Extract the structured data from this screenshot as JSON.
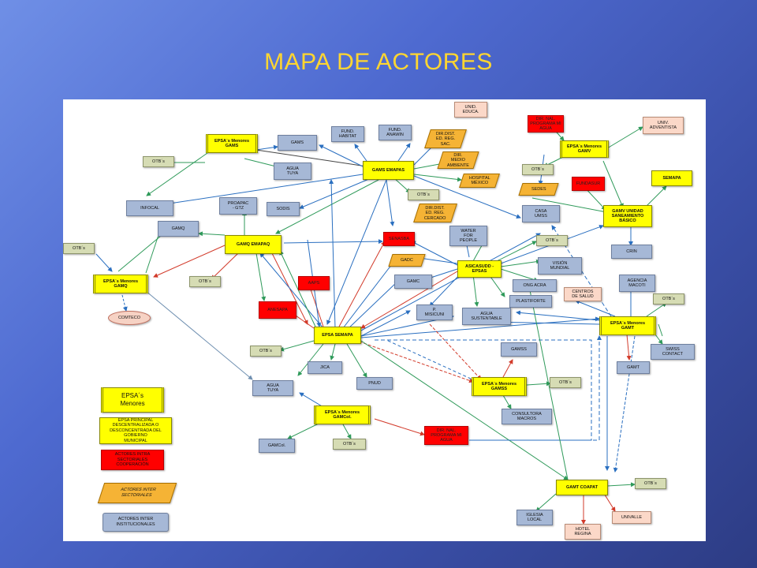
{
  "title": "MAPA DE ACTORES",
  "nodes": {
    "unid_educa": "UNID.\nEDUCA.",
    "dir_prog_agua": "DIR. NAL.\nPROGRAMA MI\nAGUA",
    "univ_adventista": "UNIV.\nADVENTISTA",
    "fund_habitat": "FUND.\nHABITAT",
    "fund_anawin": "FUND.\nANAWIN",
    "dir_dist_sac": "DIR.DIST.\nED. REG.\nSAC.",
    "epsa_gams": "EPSA´s Menores\nGAMS",
    "gams": "GAMS",
    "dir_medio": "DIR.\nMEDIO\nAMBIENTE",
    "otbs_1": "OTB´s",
    "agua_tuya_1": "AGUA\nTUYA",
    "gams_emapas": "GAMS EMAPAS",
    "hospital": "HOSPITAL\nMÉXICO",
    "epsa_gamv": "EPSA´s Menores\nGAMV",
    "otbs_2": "OTB´s",
    "semapa_right": "SEMAPA",
    "infocal": "INFOCAL",
    "proapac": "PROAPAC\n- GTZ",
    "sodis": "SODIS",
    "otbs_3": "OTB´s",
    "dir_dist_cercado": "DIR.DIST.\nED. REG.\nCERCADO",
    "casa_umss": "CASA\nUMSS",
    "sedes": "SEDES",
    "fundasur": "FUNDASUR",
    "gamv_unidad": "GAMV UNIDAD\nSANEAMIENTO\nBÁSICO",
    "gamq": "GAMQ",
    "gamq_emapaq": "GAMQ EMAPAQ",
    "water_for_people": "WATER\nFOR\nPEOPLE",
    "semnumber": "SENASBA",
    "otbs_4": "OTB´s",
    "crin": "CRIN",
    "otbs_5": "OTB´s",
    "gadc": "GADC",
    "asicasudd": "ASICASUDD -\nEPSAS",
    "vision": "VISIÓN\nMUNDIAL",
    "epsa_gamq": "EPSA´s Menores\nGAMQ",
    "otbs_6": "OTB´s",
    "aaps": "AAPS",
    "gamc": "GAMC",
    "ong_acra": "ONG ACRA",
    "agencia_macoti": "AGENCIA\nMACOTI",
    "centros_salud": "CENTROS\nDE SALUD",
    "anesapa": "ANESAPA",
    "plastiforte": "PLASTIFORTE",
    "otbs_7": "OTB´s",
    "comteco": "COMTECO",
    "p_misicuni": "P.\nMISICUNI",
    "agua_sustentable": "AGUA\nSUSTENTABLE",
    "epsa_gamt": "EPSA´s Menores\nGAMT",
    "epsa_semapa": "EPSA SEMAPA",
    "otbs_8": "OTB´s",
    "gamss": "GAMSS",
    "swiss": "SWISS\nCONTACT",
    "jica": "JICA",
    "gamt": "GAMT",
    "pnud": "PNUD",
    "epsa_gamss": "EPSA´s Menores\nGAMSS",
    "otbs_9": "OTB´s",
    "agua_tuya_2": "AGUA\nTUYA",
    "epsa_gamcol": "EPSA´s Menores\nGAMCol.",
    "consultora": "CONSULTORA\nMACROS",
    "dir_prog_agua_2": "DIR. NAL.\nPROGRAMA MI\nAGUA",
    "gamcol": "GAMCol.",
    "otbs_10": "OTB´s",
    "gamt_coapat": "GAMT COAPAT",
    "otbs_11": "OTB´s",
    "iglesia": "IGLESIA\nLOCAL",
    "univalle": "UNIVALLE",
    "hotel": "HOTEL\nREGINA"
  },
  "legend": {
    "epsa_menores": "EPSA´s\nMenores",
    "epsa_principal": "EPSA PRINCIPAL\nDESCENTRALIZADA O\nDESCONCENTRADA DEL GOBIERNO\nMUNICIPAL",
    "actores_intra": "ACTORES INTRA\nSECTORIALES\nCOOPERACIÓN",
    "actores_inter_sect": "ACTORES INTER\nSECTORIALES",
    "actores_inter_inst": "ACTORES INTER\nINSTITUCIONALES"
  },
  "colors": {
    "epsa": "#ffff00",
    "inter_sectorial": "#f5b335",
    "cooperacion": "#ff0000",
    "institucional": "#a6b8d6",
    "otb": "#d6dcb4",
    "edge_green": "#2f9a5a",
    "edge_blue": "#2a6fc0",
    "edge_red": "#d23a2a",
    "edge_gray": "#6f8fb0"
  }
}
